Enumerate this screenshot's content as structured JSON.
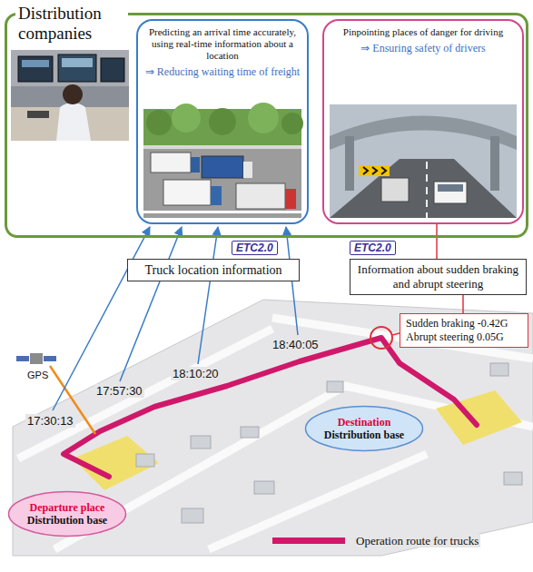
{
  "diagram": {
    "nodes": [
      {
        "text": [
          "Distribution companies"
        ]
      },
      {
        "text": [
          "Predicting an arrival time accurately, using real-time information about a location",
          "⇒ Reducing waiting time of freight"
        ],
        "in": 0
      },
      {
        "text": [
          "Pinpointing places of danger for driving",
          "⇒ Ensuring safety of drivers"
        ],
        "in": 0
      },
      {
        "text": [
          "Truck location information"
        ]
      },
      {
        "text": [
          "Information about sudden braking and abrupt steering"
        ]
      },
      {
        "text": [
          "Sudden braking -0.42G",
          "Abrupt steering 0.05G"
        ]
      },
      {
        "text": [
          "Departure place",
          "Distribution base"
        ]
      },
      {
        "text": [
          "Destination",
          "Distribution base"
        ]
      }
    ],
    "edges": [
      {
        "from": 4,
        "to": 2,
        "arrow": "none"
      },
      {
        "from": 5,
        "to": 4,
        "arrow": "none"
      }
    ],
    "labels": [
      "ETC2.0",
      "ETC2.0",
      "GPS",
      "17:30:13",
      "17:57:30",
      "18:10:20",
      "18:40:05"
    ],
    "legend": [
      {
        "text": "Operation route for trucks",
        "color": "#d0186a"
      }
    ]
  }
}
